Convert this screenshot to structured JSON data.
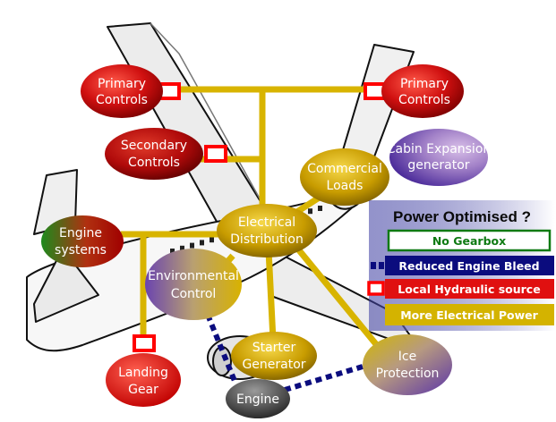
{
  "nodes": {
    "primary_left": [
      "Primary",
      "Controls"
    ],
    "primary_right": [
      "Primary",
      "Controls"
    ],
    "secondary": [
      "Secondary",
      "Controls"
    ],
    "cabin": [
      "Cabin Expansion",
      "generator"
    ],
    "commercial": [
      "Commercial",
      "Loads"
    ],
    "engine_systems": [
      "Engine",
      "systems"
    ],
    "electrical": [
      "Electrical",
      "Distribution"
    ],
    "environmental": [
      "Environmental",
      "Control"
    ],
    "starter": [
      "Starter",
      "Generator"
    ],
    "ice": [
      "Ice",
      "Protection"
    ],
    "landing": [
      "Landing",
      "Gear"
    ],
    "engine": [
      "Engine"
    ]
  },
  "legend": {
    "title": "Power Optimised ?",
    "items": [
      {
        "label": "No Gearbox",
        "color": "#0e7a12"
      },
      {
        "label": "Reduced Engine Bleed",
        "color": "#0b0c7e"
      },
      {
        "label": "Local Hydraulic source",
        "color": "#e01010"
      },
      {
        "label": "More Electrical Power",
        "color": "#d4b300"
      }
    ]
  },
  "colors": {
    "connector": "#d8b400",
    "bleed": "#0b0c7e",
    "hydraulic": "#ff0000"
  }
}
